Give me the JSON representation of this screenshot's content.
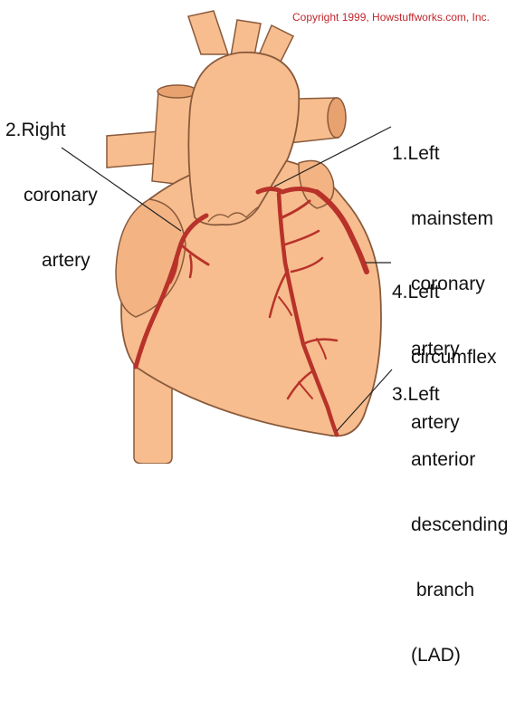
{
  "copyright": "Copyright 1999, Howstuffworks.com, Inc.",
  "labels": {
    "right_coronary": [
      "2.Right",
      "coronary",
      "artery"
    ],
    "left_mainstem": [
      "1.Left",
      "mainstem",
      "coronary",
      "artery"
    ],
    "left_circumflex": [
      "4.Left",
      "circumflex",
      "artery"
    ],
    "lad": [
      "3.Left",
      "anterior",
      "descending",
      " branch",
      "(LAD)"
    ]
  },
  "colors": {
    "heart": "#f7bd8e",
    "heart_shade": "#e7a26f",
    "outline": "#8a5a3c",
    "artery": "#b8322a",
    "leader_line": "#222222",
    "copyright": "#c1272d"
  }
}
